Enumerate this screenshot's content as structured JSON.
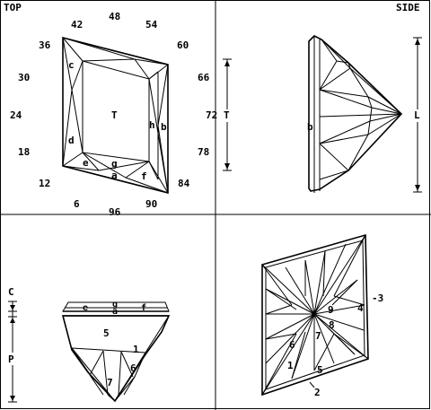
{
  "panels": {
    "top": {
      "title": "TOP",
      "index_labels": [
        "48",
        "54",
        "60",
        "66",
        "72",
        "78",
        "84",
        "90",
        "96",
        "6",
        "12",
        "18",
        "24",
        "30",
        "36",
        "42"
      ],
      "facet_labels": {
        "c": "c",
        "d": "d",
        "e": "e",
        "g": "g",
        "a": "a",
        "f": "f",
        "h": "h",
        "b": "b",
        "T": "T"
      },
      "dim_label": "T"
    },
    "side": {
      "title": "SIDE",
      "facet_label_b": "b",
      "dim_label": "L"
    },
    "front": {
      "dim_c": "C",
      "dim_p": "P",
      "facet_labels": {
        "e": "e",
        "g": "g",
        "a": "a",
        "f": "f",
        "5": "5",
        "1": "1",
        "6": "6",
        "7": "7"
      }
    },
    "bottom": {
      "facet_labels": {
        "9": "9",
        "4": "4",
        "8": "8",
        "7": "7",
        "6": "6",
        "1": "1",
        "5": "5",
        "2": "2",
        "3": "3"
      },
      "dash_label": "-3"
    }
  }
}
